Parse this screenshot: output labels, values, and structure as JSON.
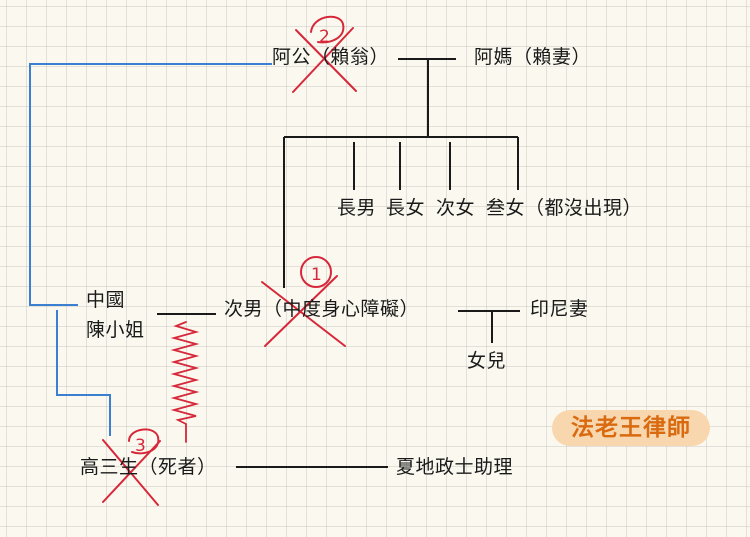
{
  "people": {
    "grandpa": "阿公（賴翁）",
    "grandma": "阿媽（賴妻）",
    "eldest_son": "長男",
    "eldest_daughter": "長女",
    "second_daughter": "次女",
    "third_daughter": "叁女（都沒出現）",
    "china_woman_line1": "中國",
    "china_woman_line2": "陳小姐",
    "second_son": "次男（中度身心障礙）",
    "indonesian_wife": "印尼妻",
    "daughter": "女兒",
    "deceased": "高三生（死者）",
    "assistant": "夏地政士助理"
  },
  "markers": {
    "grandpa_mark": "2",
    "second_son_mark": "1",
    "deceased_mark": "3"
  },
  "badge": {
    "text": "法老王律師"
  },
  "colors": {
    "ink": "#1a1a1a",
    "blue_line": "#3a7fd0",
    "red_mark": "#d6283a",
    "badge_bg": "#f8d7ae",
    "badge_text": "#d96a10"
  }
}
